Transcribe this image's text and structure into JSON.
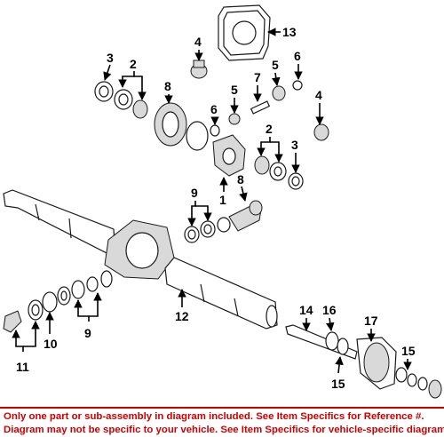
{
  "callouts": [
    "13",
    "4",
    "2",
    "3",
    "8",
    "5",
    "6",
    "7",
    "5",
    "6",
    "4",
    "6",
    "2",
    "3",
    "8",
    "9",
    "1",
    "10",
    "9",
    "11",
    "12",
    "14",
    "16",
    "17",
    "15",
    "15"
  ],
  "footer": {
    "line1": "Only one part or sub-assembly in diagram included. See Item Specifics for Reference #.",
    "line2": "Diagram may not be specific to your vehicle. See Item Specifics for vehicle-specific diagrams."
  }
}
